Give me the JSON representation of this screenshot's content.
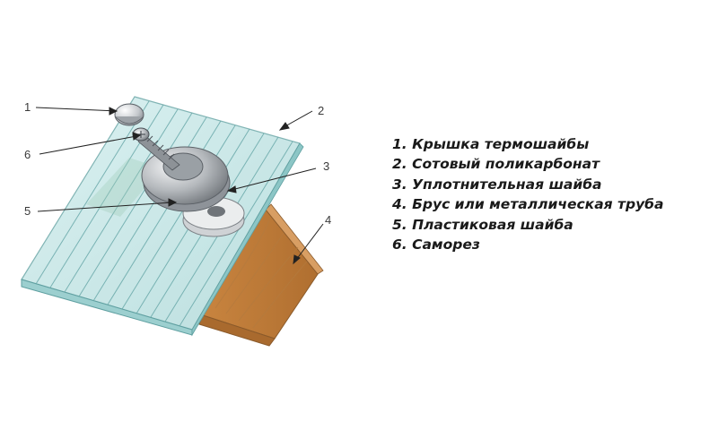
{
  "callouts": [
    "1",
    "2",
    "3",
    "4",
    "5",
    "6"
  ],
  "legend": [
    "1. Крышка термошайбы",
    "2. Сотовый поликарбонат",
    "3. Уплотнительная шайба",
    "4. Брус или металлическая труба",
    "5. Пластиковая шайба",
    "6. Саморез"
  ],
  "colors": {
    "polycarbonate": "#bfe3e2",
    "polycarbonate_edge": "#5e9fa0",
    "wood": "#c98a4a",
    "metal": "#a9adb1",
    "leader_line": "#222222"
  }
}
